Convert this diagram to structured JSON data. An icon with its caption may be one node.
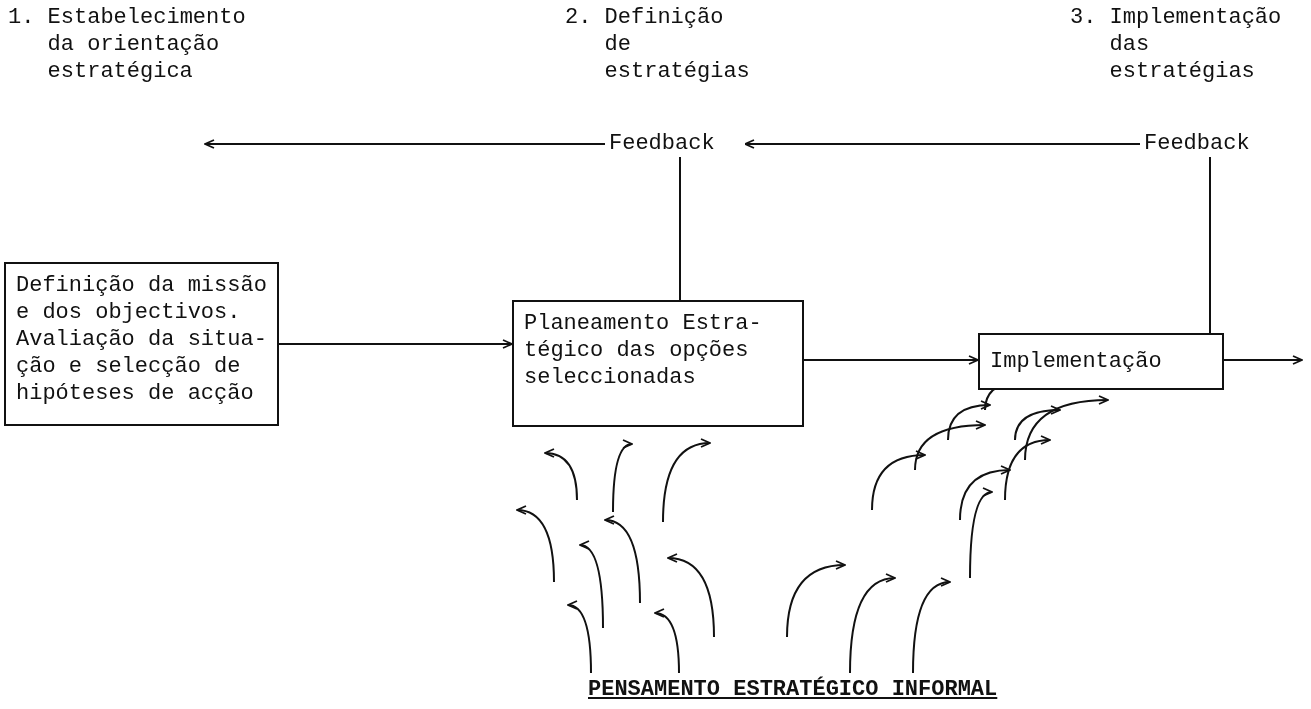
{
  "diagram": {
    "nodes": [
      {
        "text": [
          "Definição da missão e dos objectivos. Avaliação da situa- ção e selecção de hipóteses de acção"
        ]
      },
      {
        "text": [
          "Planeamento Estra- tégico das opções seleccionadas"
        ]
      },
      {
        "text": [
          "Implementação"
        ]
      },
      {
        "text": [
          "Feedback"
        ]
      },
      {
        "text": [
          "Feedback"
        ]
      }
    ],
    "edges": [
      {
        "from": 0,
        "to": 1,
        "arrow": "to"
      },
      {
        "from": 1,
        "to": 2,
        "arrow": "to"
      },
      {
        "from": 2,
        "to": null,
        "arrow": "to"
      },
      {
        "from": 1,
        "to": 3,
        "arrow": "none"
      },
      {
        "from": 2,
        "to": 4,
        "arrow": "none"
      },
      {
        "from": 4,
        "to": 3,
        "arrow": "to"
      },
      {
        "from": 3,
        "to": null,
        "arrow": "to"
      }
    ],
    "labels": [
      "1. Estabelecimento da orientação estratégica",
      "2. Definição de estratégias",
      "3. Implementação das estratégias",
      "PENSAMENTO ESTRATÉGICO INFORMAL"
    ]
  }
}
